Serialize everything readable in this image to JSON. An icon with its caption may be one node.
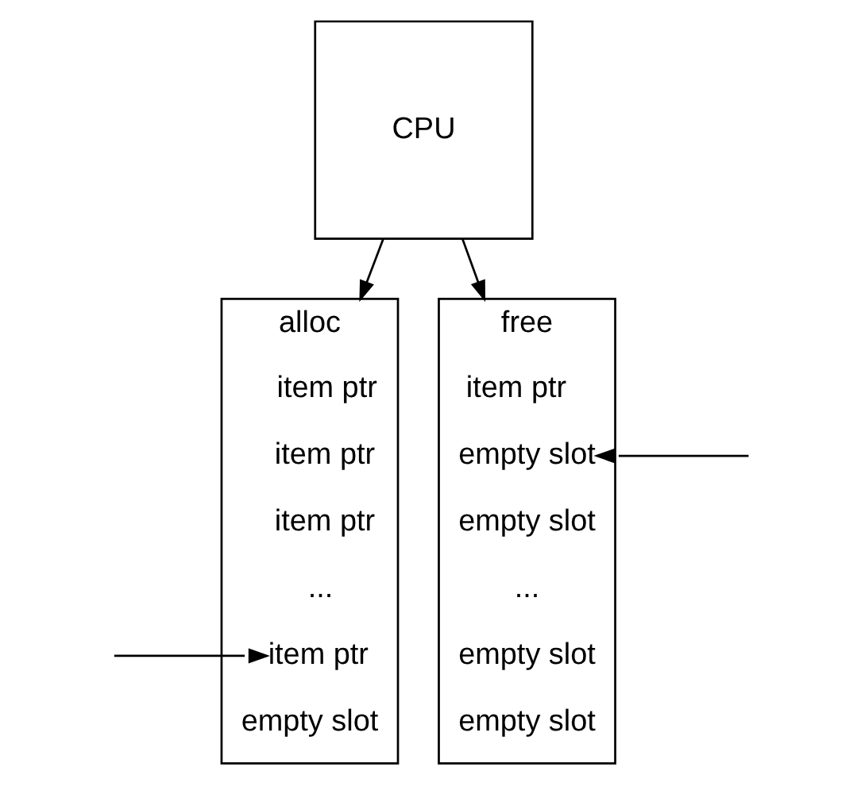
{
  "diagram": {
    "nodes": [
      {
        "text": [
          "CPU"
        ]
      },
      {
        "text": [
          "alloc"
        ]
      },
      {
        "text": [
          "item ptr"
        ],
        "in": 1
      },
      {
        "text": [
          "item ptr"
        ],
        "in": 1
      },
      {
        "text": [
          "item ptr"
        ],
        "in": 1
      },
      {
        "text": [
          "..."
        ],
        "in": 1
      },
      {
        "text": [
          "item ptr"
        ],
        "in": 1
      },
      {
        "text": [
          "empty slot"
        ],
        "in": 1
      },
      {
        "text": [
          "free"
        ]
      },
      {
        "text": [
          "item ptr"
        ],
        "in": 8
      },
      {
        "text": [
          "empty slot"
        ],
        "in": 8
      },
      {
        "text": [
          "empty slot"
        ],
        "in": 8
      },
      {
        "text": [
          "..."
        ],
        "in": 8
      },
      {
        "text": [
          "empty slot"
        ],
        "in": 8
      },
      {
        "text": [
          "empty slot"
        ],
        "in": 8
      }
    ],
    "edges": [
      {
        "from": 0,
        "to": 1,
        "arrow": "to"
      },
      {
        "from": 0,
        "to": 8,
        "arrow": "to"
      },
      {
        "from": null,
        "to": 6,
        "arrow": "to"
      },
      {
        "from": null,
        "to": 10,
        "arrow": "to"
      }
    ]
  }
}
